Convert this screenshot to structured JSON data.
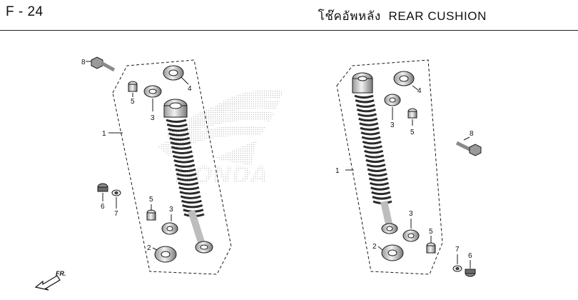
{
  "header": {
    "page_code": "F - 24",
    "title_th": "โช๊คอัพหลัง",
    "title_en": "REAR CUSHION"
  },
  "watermark": {
    "text": "HONDA"
  },
  "front_indicator": {
    "text": "FR."
  },
  "assemblies": {
    "left": {
      "callouts": [
        "8",
        "5",
        "3",
        "4",
        "1",
        "6",
        "7",
        "5",
        "3",
        "2"
      ]
    },
    "right": {
      "callouts": [
        "4",
        "3",
        "5",
        "8",
        "1",
        "3",
        "5",
        "2",
        "7",
        "6"
      ]
    }
  },
  "colors": {
    "line": "#1a1a1a",
    "watermark": "#cfcfcf",
    "shade": "#8a8a8a"
  }
}
